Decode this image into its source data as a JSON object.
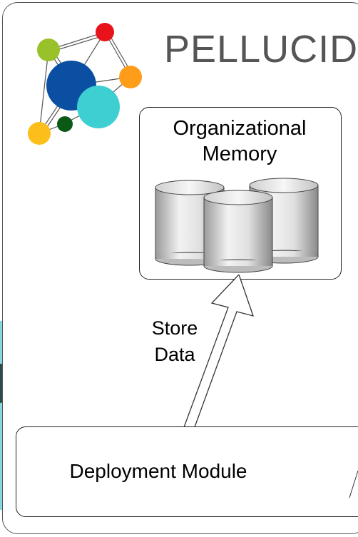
{
  "brand": {
    "name": "PELLUCID",
    "text_color": "#555555"
  },
  "logo": {
    "node_colors": [
      "#98c12a",
      "#e8131a",
      "#ff9d1a",
      "#0b4fa3",
      "#3ecfd3",
      "#0a5a16",
      "#fbbe1a"
    ]
  },
  "memory": {
    "title": "Organizational\nMemory",
    "icon": "database-cylinders-icon"
  },
  "arrow": {
    "label": "Store\nData",
    "icon": "hollow-arrow-up-icon"
  },
  "deployment": {
    "label": "Deployment Module"
  }
}
